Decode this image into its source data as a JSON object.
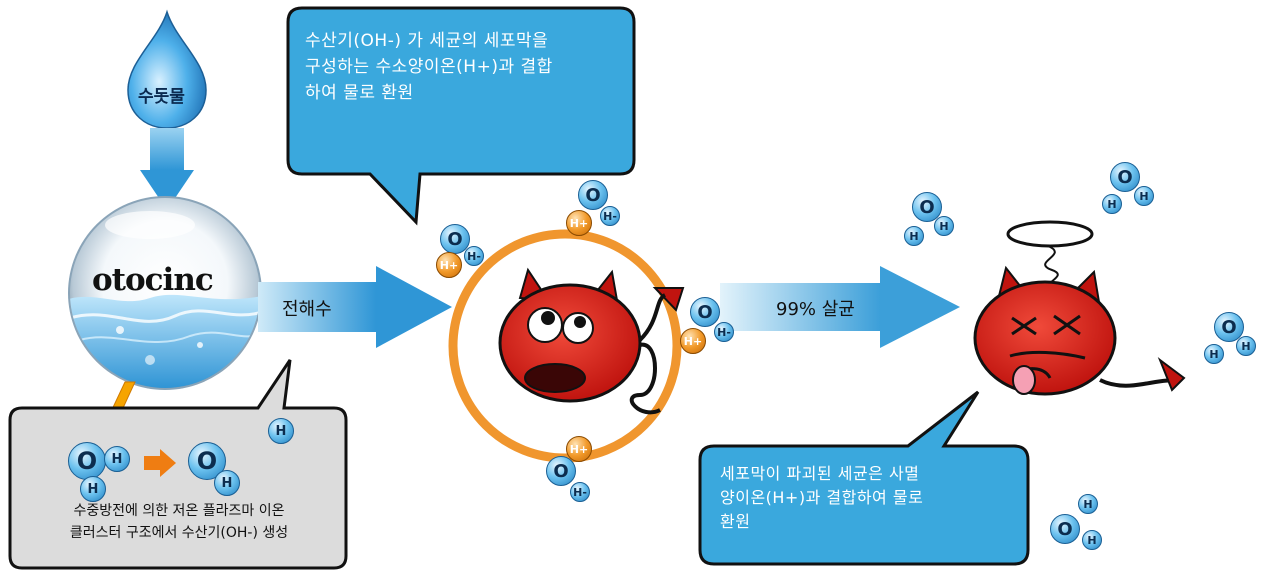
{
  "source": {
    "label": "수돗물",
    "brand": "otocinc"
  },
  "arrows": {
    "electrolyzed_label": "전해수",
    "sterilization_label": "99% 살균"
  },
  "bubbles": {
    "top_explanation": "수산기(OH-) 가 세균의 세포막을\n구성하는 수소양이온(H+)과 결합\n하여 물로 환원",
    "bottom_left_explanation": "수중방전에 의한 저온 플라즈마 이온\n클러스터 구조에서 수산기(OH-) 생성",
    "bottom_right_explanation": "세포막이 파괴된 세균은 사멸\n양이온(H+)과 결합하여 물로\n환원"
  },
  "atoms": {
    "oxygen": "O",
    "hydrogen": "H",
    "h_plus": "H+",
    "h_minus": "H-"
  },
  "colors": {
    "bubble_blue": "#3aa8dd",
    "bubble_gray": "#dcdcdc",
    "arrow_blue": "#3d9ed6",
    "ring_orange": "#f0962e",
    "germ_red": "#d8201e",
    "atom_blue": "#5cb8ea",
    "atom_orange": "#ee8a16"
  }
}
